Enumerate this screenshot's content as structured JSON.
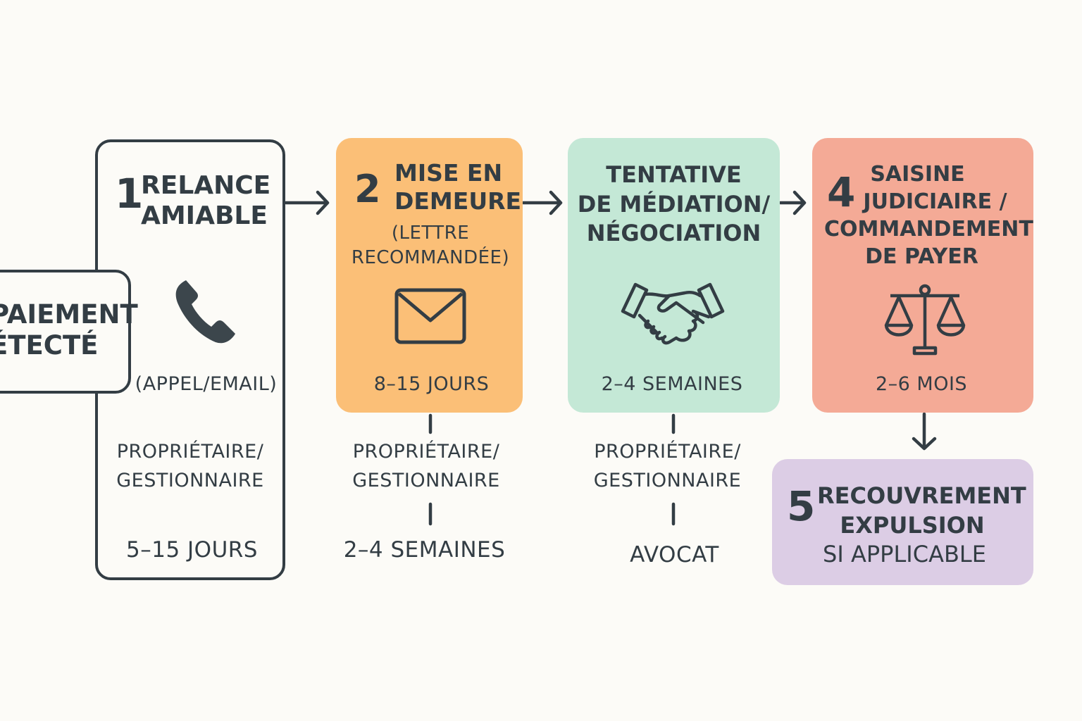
{
  "start": {
    "title_line1": "PAIEMENT",
    "title_line2": "ÉTECTÉ"
  },
  "steps": [
    {
      "number": "1",
      "title_line1": "RELANCE",
      "title_line2": "AMIABLE",
      "icon": "phone-icon",
      "subtitle": "(APPEL/EMAIL)",
      "actor_line1": "PROPRIÉTAIRE/",
      "actor_line2": "GESTIONNAIRE",
      "duration": "5–15 JOURS"
    },
    {
      "number": "2",
      "title_line1": "MISE EN",
      "title_line2": "DEMEURE",
      "subtitle_line1": "(LETTRE",
      "subtitle_line2": "RECOMMANDÉE)",
      "icon": "envelope-icon",
      "duration": "8–15 JOURS",
      "actor_line1": "PROPRIÉTAIRE/",
      "actor_line2": "GESTIONNAIRE",
      "below": "2–4 SEMAINES",
      "color": "#fbbf77"
    },
    {
      "title_line1": "TENTATIVE",
      "title_line2": "DE MÉDIATION/",
      "title_line3": "NÉGOCIATION",
      "icon": "handshake-icon",
      "duration": "2–4 SEMAINES",
      "actor_line1": "PROPRIÉTAIRE/",
      "actor_line2": "GESTIONNAIRE",
      "below": "AVOCAT",
      "color": "#c4e8d6"
    },
    {
      "number": "4",
      "title_line1": "SAISINE",
      "title_line2": "JUDICIAIRE /",
      "title_line3": "COMMANDEMENT",
      "title_line4": "DE PAYER",
      "icon": "scales-icon",
      "duration": "2–6 MOIS",
      "color": "#f4aa96"
    },
    {
      "number": "5",
      "title_line1": "RECOUVREMENT",
      "title_line2": "EXPULSION",
      "title_line3": "SI APPLICABLE",
      "color": "#dccde5"
    }
  ]
}
